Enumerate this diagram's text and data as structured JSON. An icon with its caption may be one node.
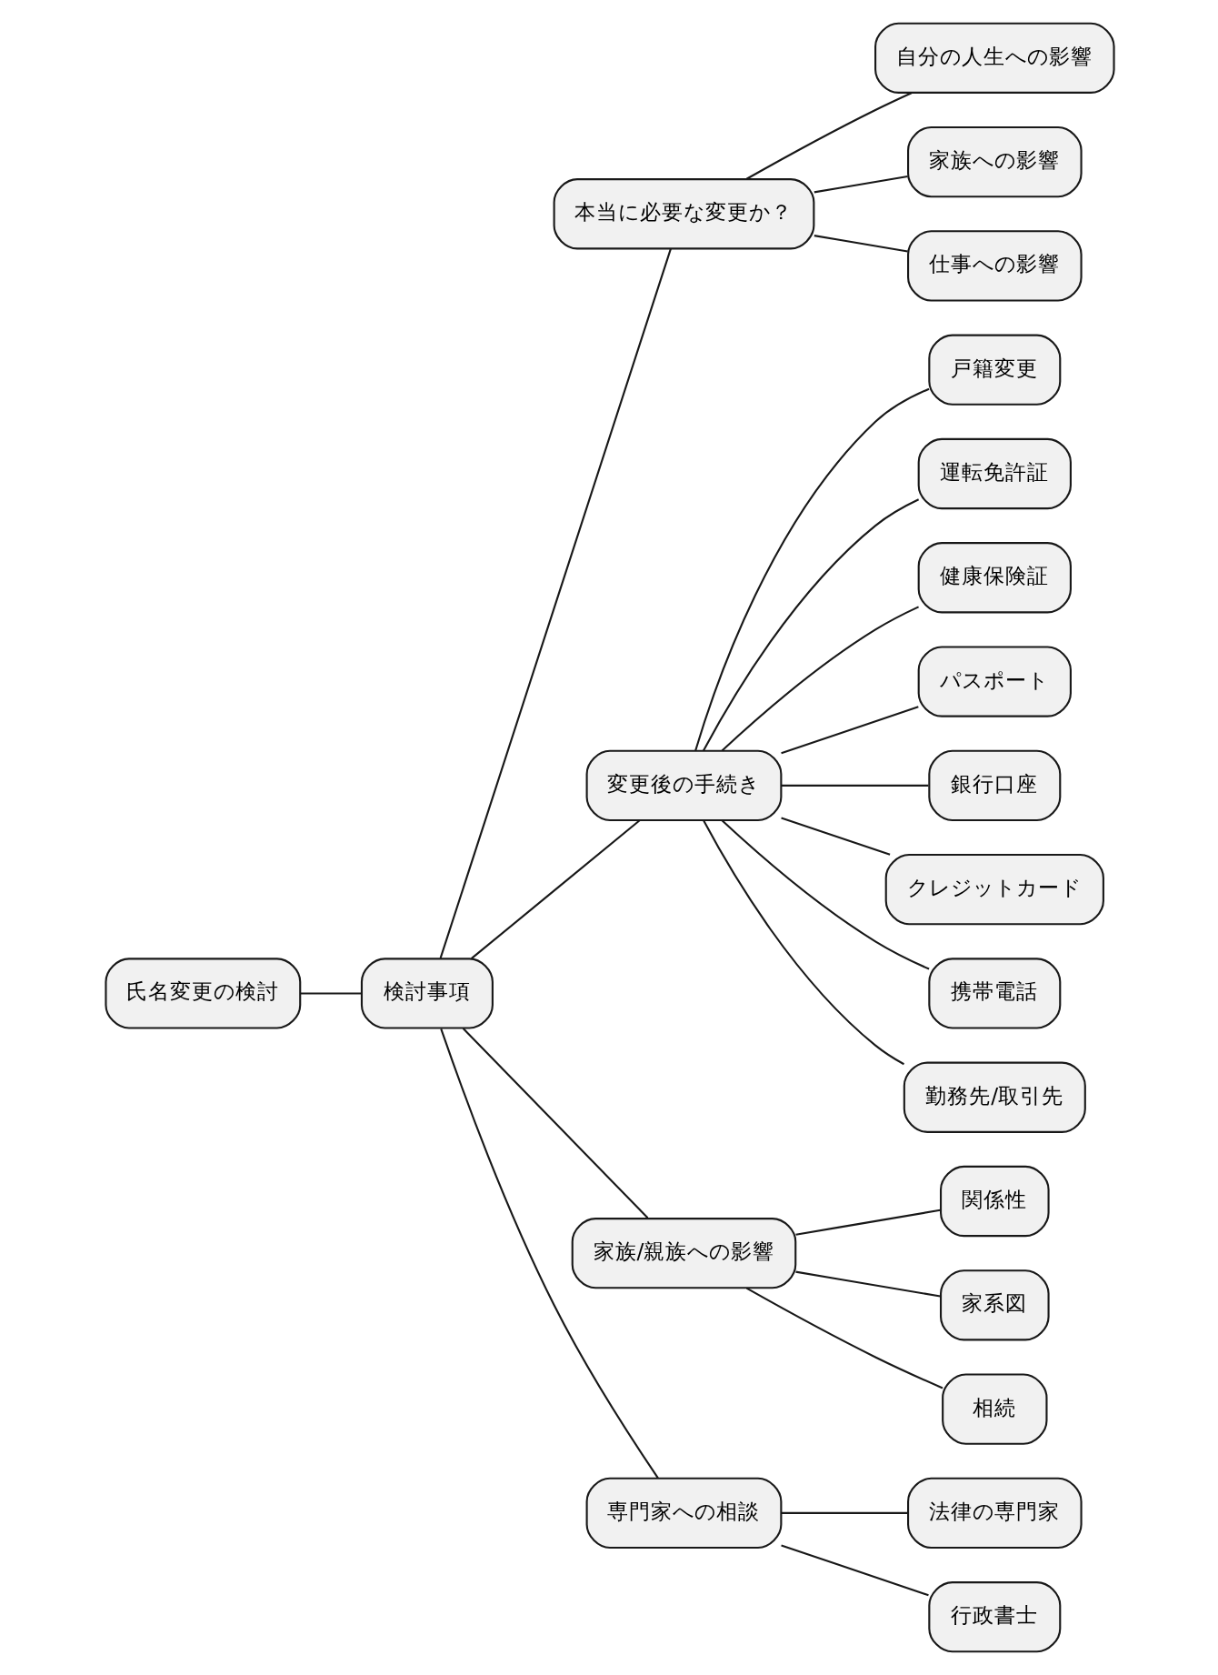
{
  "diagram": {
    "nodes": [
      {
        "text": [
          "氏名変更の検討"
        ]
      },
      {
        "text": [
          "検討事項"
        ]
      },
      {
        "text": [
          "本当に必要な変更か？"
        ]
      },
      {
        "text": [
          "自分の人生への影響"
        ]
      },
      {
        "text": [
          "家族への影響"
        ]
      },
      {
        "text": [
          "仕事への影響"
        ]
      },
      {
        "text": [
          "変更後の手続き"
        ]
      },
      {
        "text": [
          "戸籍変更"
        ]
      },
      {
        "text": [
          "運転免許証"
        ]
      },
      {
        "text": [
          "健康保険証"
        ]
      },
      {
        "text": [
          "パスポート"
        ]
      },
      {
        "text": [
          "銀行口座"
        ]
      },
      {
        "text": [
          "クレジットカード"
        ]
      },
      {
        "text": [
          "携帯電話"
        ]
      },
      {
        "text": [
          "勤務先/取引先"
        ]
      },
      {
        "text": [
          "家族/親族への影響"
        ]
      },
      {
        "text": [
          "関係性"
        ]
      },
      {
        "text": [
          "家系図"
        ]
      },
      {
        "text": [
          "相続"
        ]
      },
      {
        "text": [
          "専門家への相談"
        ]
      },
      {
        "text": [
          "法律の専門家"
        ]
      },
      {
        "text": [
          "行政書士"
        ]
      }
    ],
    "edges": [
      {
        "from": 0,
        "to": 1,
        "arrow": "none"
      },
      {
        "from": 1,
        "to": 2,
        "arrow": "none"
      },
      {
        "from": 2,
        "to": 3,
        "arrow": "none"
      },
      {
        "from": 2,
        "to": 4,
        "arrow": "none"
      },
      {
        "from": 2,
        "to": 5,
        "arrow": "none"
      },
      {
        "from": 1,
        "to": 6,
        "arrow": "none"
      },
      {
        "from": 6,
        "to": 7,
        "arrow": "none"
      },
      {
        "from": 6,
        "to": 8,
        "arrow": "none"
      },
      {
        "from": 6,
        "to": 9,
        "arrow": "none"
      },
      {
        "from": 6,
        "to": 10,
        "arrow": "none"
      },
      {
        "from": 6,
        "to": 11,
        "arrow": "none"
      },
      {
        "from": 6,
        "to": 12,
        "arrow": "none"
      },
      {
        "from": 6,
        "to": 13,
        "arrow": "none"
      },
      {
        "from": 6,
        "to": 14,
        "arrow": "none"
      },
      {
        "from": 1,
        "to": 15,
        "arrow": "none"
      },
      {
        "from": 15,
        "to": 16,
        "arrow": "none"
      },
      {
        "from": 15,
        "to": 17,
        "arrow": "none"
      },
      {
        "from": 15,
        "to": 18,
        "arrow": "none"
      },
      {
        "from": 1,
        "to": 19,
        "arrow": "none"
      },
      {
        "from": 19,
        "to": 20,
        "arrow": "none"
      },
      {
        "from": 19,
        "to": 21,
        "arrow": "none"
      }
    ]
  }
}
